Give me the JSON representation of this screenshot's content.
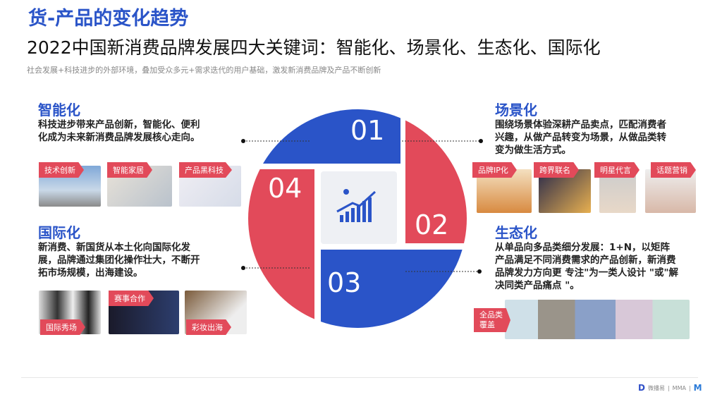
{
  "title": "货-产品的变化趋势",
  "subtitle": "2022中国新消费品牌发展四大关键词：智能化、场景化、生态化、国际化",
  "intro": "社会发展+科技进步的外部环境，叠加受众多元+需求迭代的用户基础，激发新消费品牌及产品不断创新",
  "sections": {
    "smart": {
      "title": "智能化",
      "text": "科技进步带来产品创新，智能化、便利化成为未来新消费品牌发展核心走向。",
      "tags": [
        "技术创新",
        "智能家居",
        "产品黑科技"
      ]
    },
    "scene": {
      "title": "场景化",
      "text": "围绕场景体验深耕产品卖点，匹配消费者兴趣，从做产品转变为场景，从做品类转变为做生活方式。",
      "tags": [
        "品牌IP化",
        "跨界联名",
        "明星代言",
        "话题营销"
      ]
    },
    "intl": {
      "title": "国际化",
      "text": "新消费、新国货从本土化向国际化发展，品牌通过集团化操作壮大，不断开拓市场规模，出海建设。",
      "tags": [
        "国际秀场",
        "赛事合作",
        "彩妆出海"
      ]
    },
    "eco": {
      "title": "生态化",
      "text": "从单品向多品类细分发展：1+N，以矩阵产品满足不同消费需求的产品创新，新消费品牌发力方向更 专注\"为一类人设计 \"或\"解决同类产品痛点 \"。",
      "tags": [
        "全品类覆盖"
      ]
    }
  },
  "circle": {
    "n1": "01",
    "n2": "02",
    "n3": "03",
    "n4": "04",
    "blue": "#2a54c8",
    "red": "#e24a5a"
  },
  "footer": {
    "logo1": "微播易",
    "logo2": "MMA",
    "logo3": "M"
  }
}
